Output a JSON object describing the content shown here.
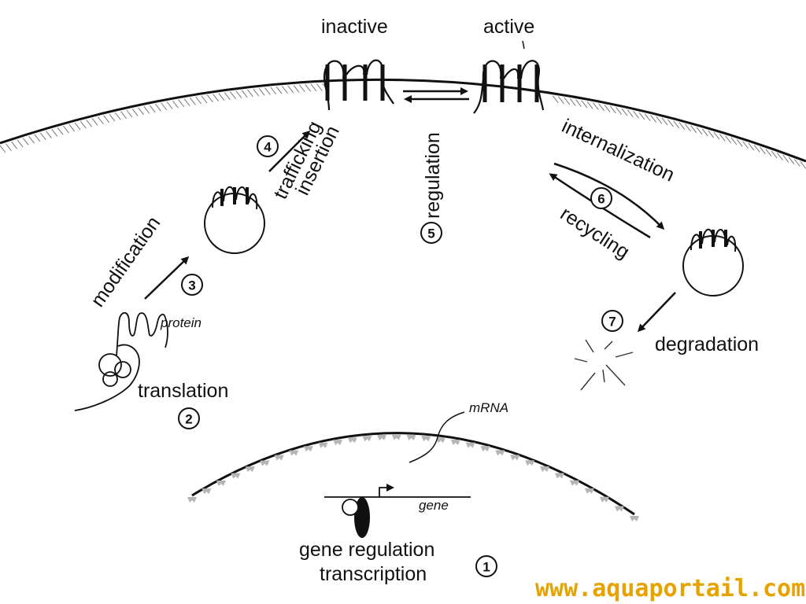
{
  "labels": {
    "inactive": "inactive",
    "active": "active",
    "trafficking": "trafficking",
    "insertion": "insertion",
    "regulation": "regulation",
    "internalization": "internalization",
    "recycling": "recycling",
    "modification": "modification",
    "protein": "protein",
    "translation": "translation",
    "degradation": "degradation",
    "mrna": "mRNA",
    "gene": "gene",
    "gene_regulation": "gene regulation",
    "transcription": "transcription"
  },
  "steps": {
    "s1": "1",
    "s2": "2",
    "s3": "3",
    "s4": "4",
    "s5": "5",
    "s6": "6",
    "s7": "7"
  },
  "watermark": "www.aquaportail.com",
  "colors": {
    "line": "#111111",
    "nuclear_pores": "#b5b5b5",
    "watermark": "#e6a300"
  }
}
